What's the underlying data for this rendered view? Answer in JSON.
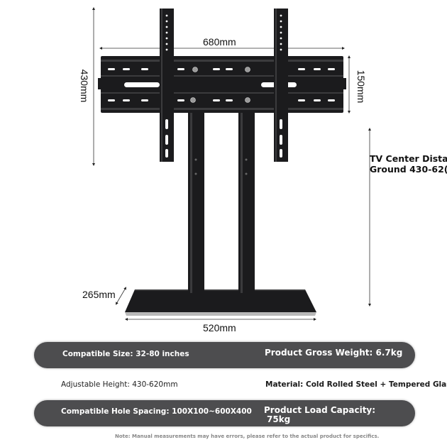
{
  "dimensions": {
    "width": "680mm",
    "height": "430mm",
    "vesa_vertical": "150mm",
    "base_depth": "265mm",
    "base_width": "520mm"
  },
  "center_note": {
    "line1": "TV Center Dista",
    "line2": "Ground 430-62("
  },
  "specs": {
    "compatible_size": "Compatible Size: 32-80 inches",
    "gross_weight": "Product Gross Weight: 6.7kg",
    "adjustable_height": "Adjustable Height: 430-620mm",
    "material": "Material: Cold Rolled Steel + Tempered Glass",
    "hole_spacing": "Compatible Hole Spacing: 100X100~600X400",
    "load_capacity_label": "Product Load Capacity:",
    "load_capacity_value": "75kg"
  },
  "footnote": "Note: Manual measurements may have errors, please refer to the actual product for specifics.",
  "colors": {
    "pill": "#4d4d4f",
    "steel": "#1b1b1d"
  }
}
